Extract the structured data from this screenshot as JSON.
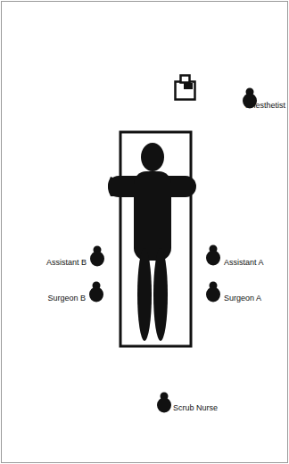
{
  "diagram": {
    "labels": [
      "Anesthetist",
      "Assistant B",
      "Surgeon B",
      "Assistant A",
      "Surgeon A",
      "Scrub Nurse"
    ]
  }
}
